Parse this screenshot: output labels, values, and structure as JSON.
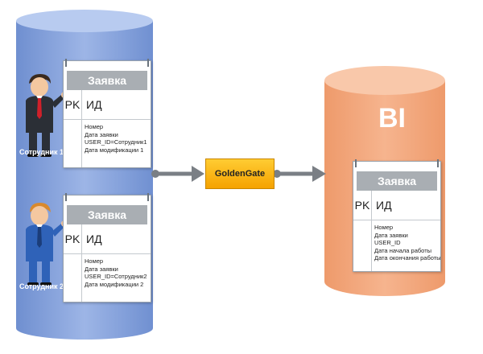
{
  "colors": {
    "left_db": "#7d9bd6",
    "right_db": "#f2a276",
    "connector_gray": "#7a7f85",
    "goldengate": "#f8b620",
    "card_header": "#a9aeb3"
  },
  "icons": {
    "employee1": "businessman-red-tie",
    "employee2": "businessman-blue-suit"
  },
  "source": {
    "cards": [
      {
        "title": "Заявка",
        "pk": "PK",
        "id": "ИД",
        "attributes": [
          "Номер",
          "Дата заявки",
          "USER_ID=Сотрудник1",
          "Дата модификации 1"
        ]
      },
      {
        "title": "Заявка",
        "pk": "PK",
        "id": "ИД",
        "attributes": [
          "Номер",
          "Дата заявки",
          "USER_ID=Сотрудник2",
          "Дата модификации 2"
        ]
      }
    ],
    "employees": [
      "Сотрудник 1",
      "Сотрудник 2"
    ]
  },
  "goldengate": {
    "label": "GoldenGate"
  },
  "target": {
    "title": "BI",
    "card": {
      "title": "Заявка",
      "pk": "PK",
      "id": "ИД",
      "attributes": [
        "Номер",
        "Дата заявки",
        "USER_ID",
        "Дата начала работы",
        "Дата окончания работы"
      ]
    }
  }
}
